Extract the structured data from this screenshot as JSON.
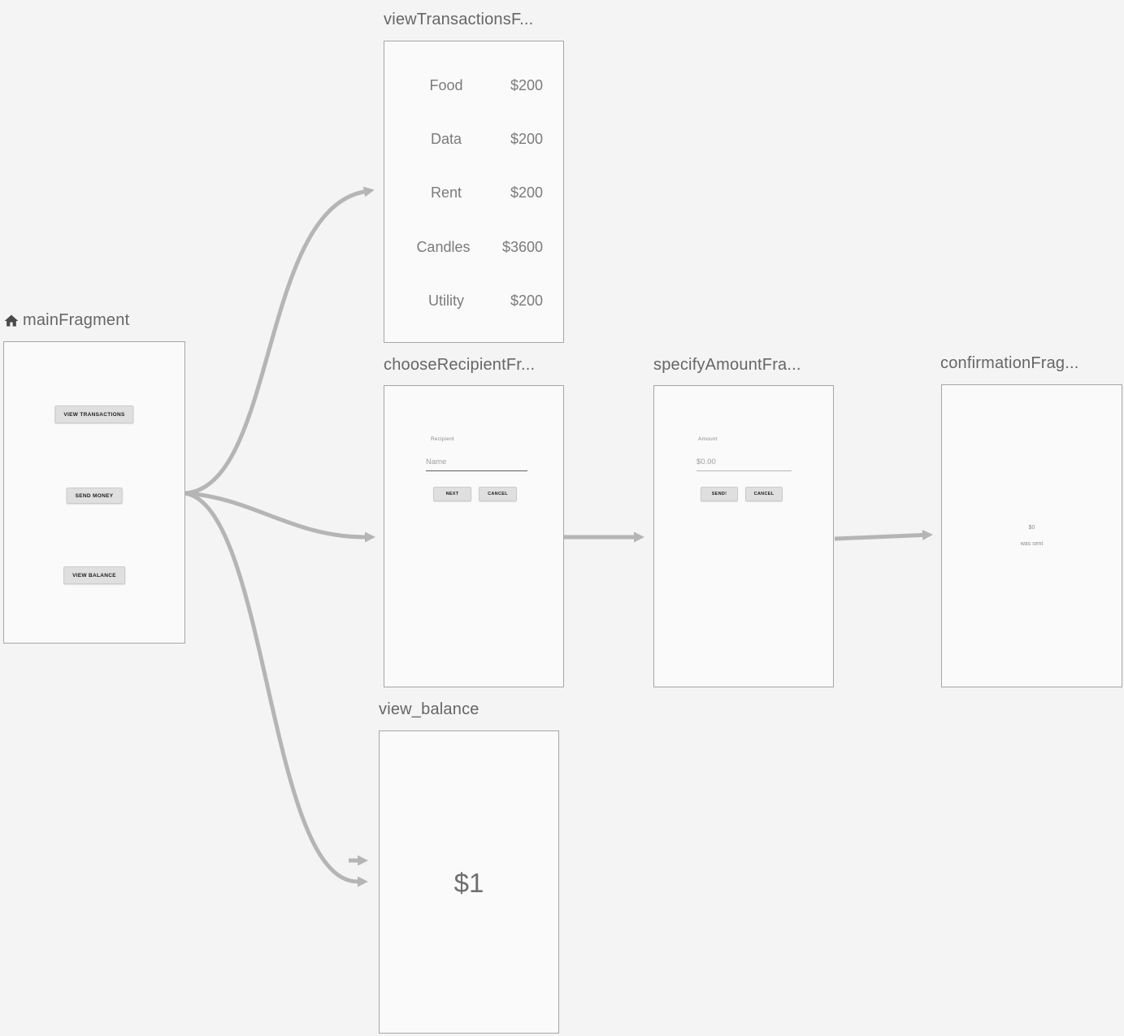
{
  "colors": {
    "background": "#f4f4f4",
    "card_fill": "#fafafa",
    "card_border": "#a6a6a6",
    "arrow": "#b5b5b5",
    "title_text": "#666666",
    "list_text": "#7b7b7b"
  },
  "icons": {
    "home": "home-icon"
  },
  "fragments": {
    "main": {
      "title": "mainFragment",
      "buttons": {
        "view_transactions": "VIEW TRANSACTIONS",
        "send_money": "SEND MONEY",
        "view_balance": "VIEW BALANCE"
      }
    },
    "view_transactions": {
      "title": "viewTransactionsF...",
      "rows": [
        {
          "label": "Food",
          "amount": "$200"
        },
        {
          "label": "Data",
          "amount": "$200"
        },
        {
          "label": "Rent",
          "amount": "$200"
        },
        {
          "label": "Candles",
          "amount": "$3600"
        },
        {
          "label": "Utility",
          "amount": "$200"
        }
      ]
    },
    "choose_recipient": {
      "title": "chooseRecipientFr...",
      "field_label": "Recipient",
      "field_placeholder": "Name",
      "next_label": "NEXT",
      "cancel_label": "CANCEL"
    },
    "specify_amount": {
      "title": "specifyAmountFra...",
      "field_label": "Amount",
      "field_placeholder": "$0.00",
      "send_label": "SEND!",
      "cancel_label": "CANCEL"
    },
    "confirmation": {
      "title": "confirmationFrag...",
      "amount": "$0",
      "message": "was sent"
    },
    "view_balance": {
      "title": "view_balance",
      "balance": "$1"
    }
  }
}
